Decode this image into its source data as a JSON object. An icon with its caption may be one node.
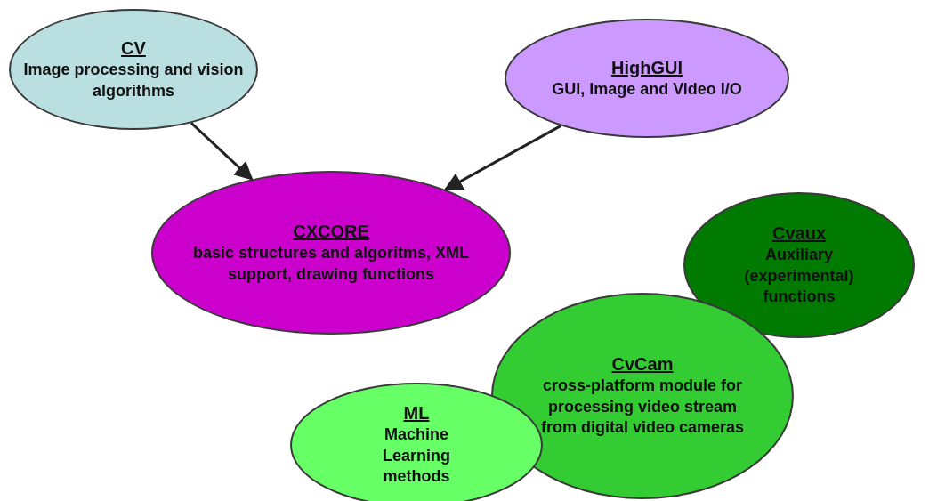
{
  "diagram": {
    "nodes": [
      {
        "text": [
          "CV",
          "Image processing and vision algorithms"
        ]
      },
      {
        "text": [
          "HighGUI",
          "GUI, Image and Video I/O"
        ]
      },
      {
        "text": [
          "CXCORE",
          "basic structures and algoritms, XML support, drawing functions"
        ]
      },
      {
        "text": [
          "Cvaux",
          "Auxiliary (experimental) functions"
        ]
      },
      {
        "text": [
          "CvCam",
          "cross-platform module for processing video stream from digital video cameras"
        ]
      },
      {
        "text": [
          "ML",
          "Machine Learning methods"
        ]
      }
    ],
    "edges": [
      {
        "from": 0,
        "to": 2,
        "arrow": "to"
      },
      {
        "from": 1,
        "to": 2,
        "arrow": "to"
      }
    ]
  }
}
